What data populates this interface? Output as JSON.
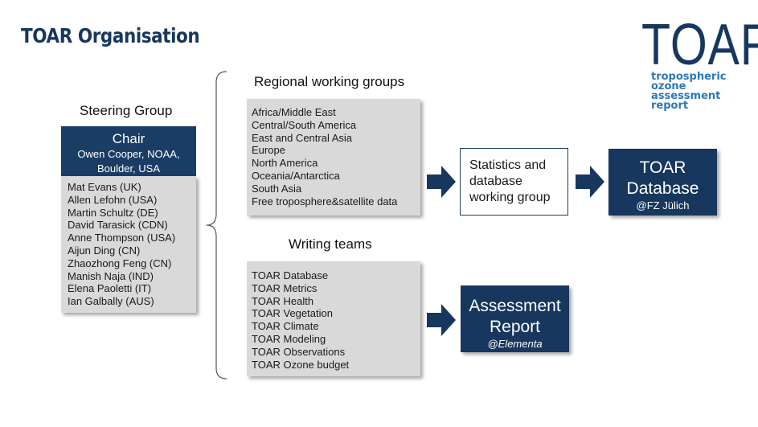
{
  "title": "TOAR Organisation",
  "logo": {
    "main": "TOAR",
    "lines": [
      "tropospheric",
      "ozone",
      "assessment",
      "report"
    ]
  },
  "steering": {
    "heading": "Steering Group",
    "chair_title": "Chair",
    "chair_name_line1": "Owen Cooper, NOAA,",
    "chair_name_line2": "Boulder, USA",
    "members": [
      "Mat Evans (UK)",
      "Allen Lefohn (USA)",
      "Martin Schultz (DE)",
      "David Tarasick (CDN)",
      "Anne Thompson (USA)",
      "Aijun Ding (CN)",
      "Zhaozhong Feng (CN)",
      "Manish Naja (IND)",
      "Elena Paoletti (IT)",
      "Ian Galbally (AUS)"
    ]
  },
  "regional": {
    "heading": "Regional working groups",
    "items": [
      "Africa/Middle East",
      "Central/South America",
      "East and Central Asia",
      "Europe",
      "North America",
      "Oceania/Antarctica",
      "South Asia",
      "Free troposphere&satellite data"
    ]
  },
  "writing": {
    "heading": "Writing teams",
    "items": [
      "TOAR Database",
      "TOAR Metrics",
      "TOAR Health",
      "TOAR Vegetation",
      "TOAR Climate",
      "TOAR Modeling",
      "TOAR Observations",
      "TOAR Ozone budget"
    ]
  },
  "stats": {
    "lines": [
      "Statistics and",
      "database",
      "working group"
    ]
  },
  "database": {
    "line1": "TOAR",
    "line2": "Database",
    "line3": "@FZ Jülich"
  },
  "report": {
    "line1": "Assessment",
    "line2": "Report",
    "line3": "@Elementa"
  },
  "colors": {
    "navy": "#17375e",
    "logo_blue": "#2b78b8",
    "gray_box": "#d9d9d9"
  }
}
